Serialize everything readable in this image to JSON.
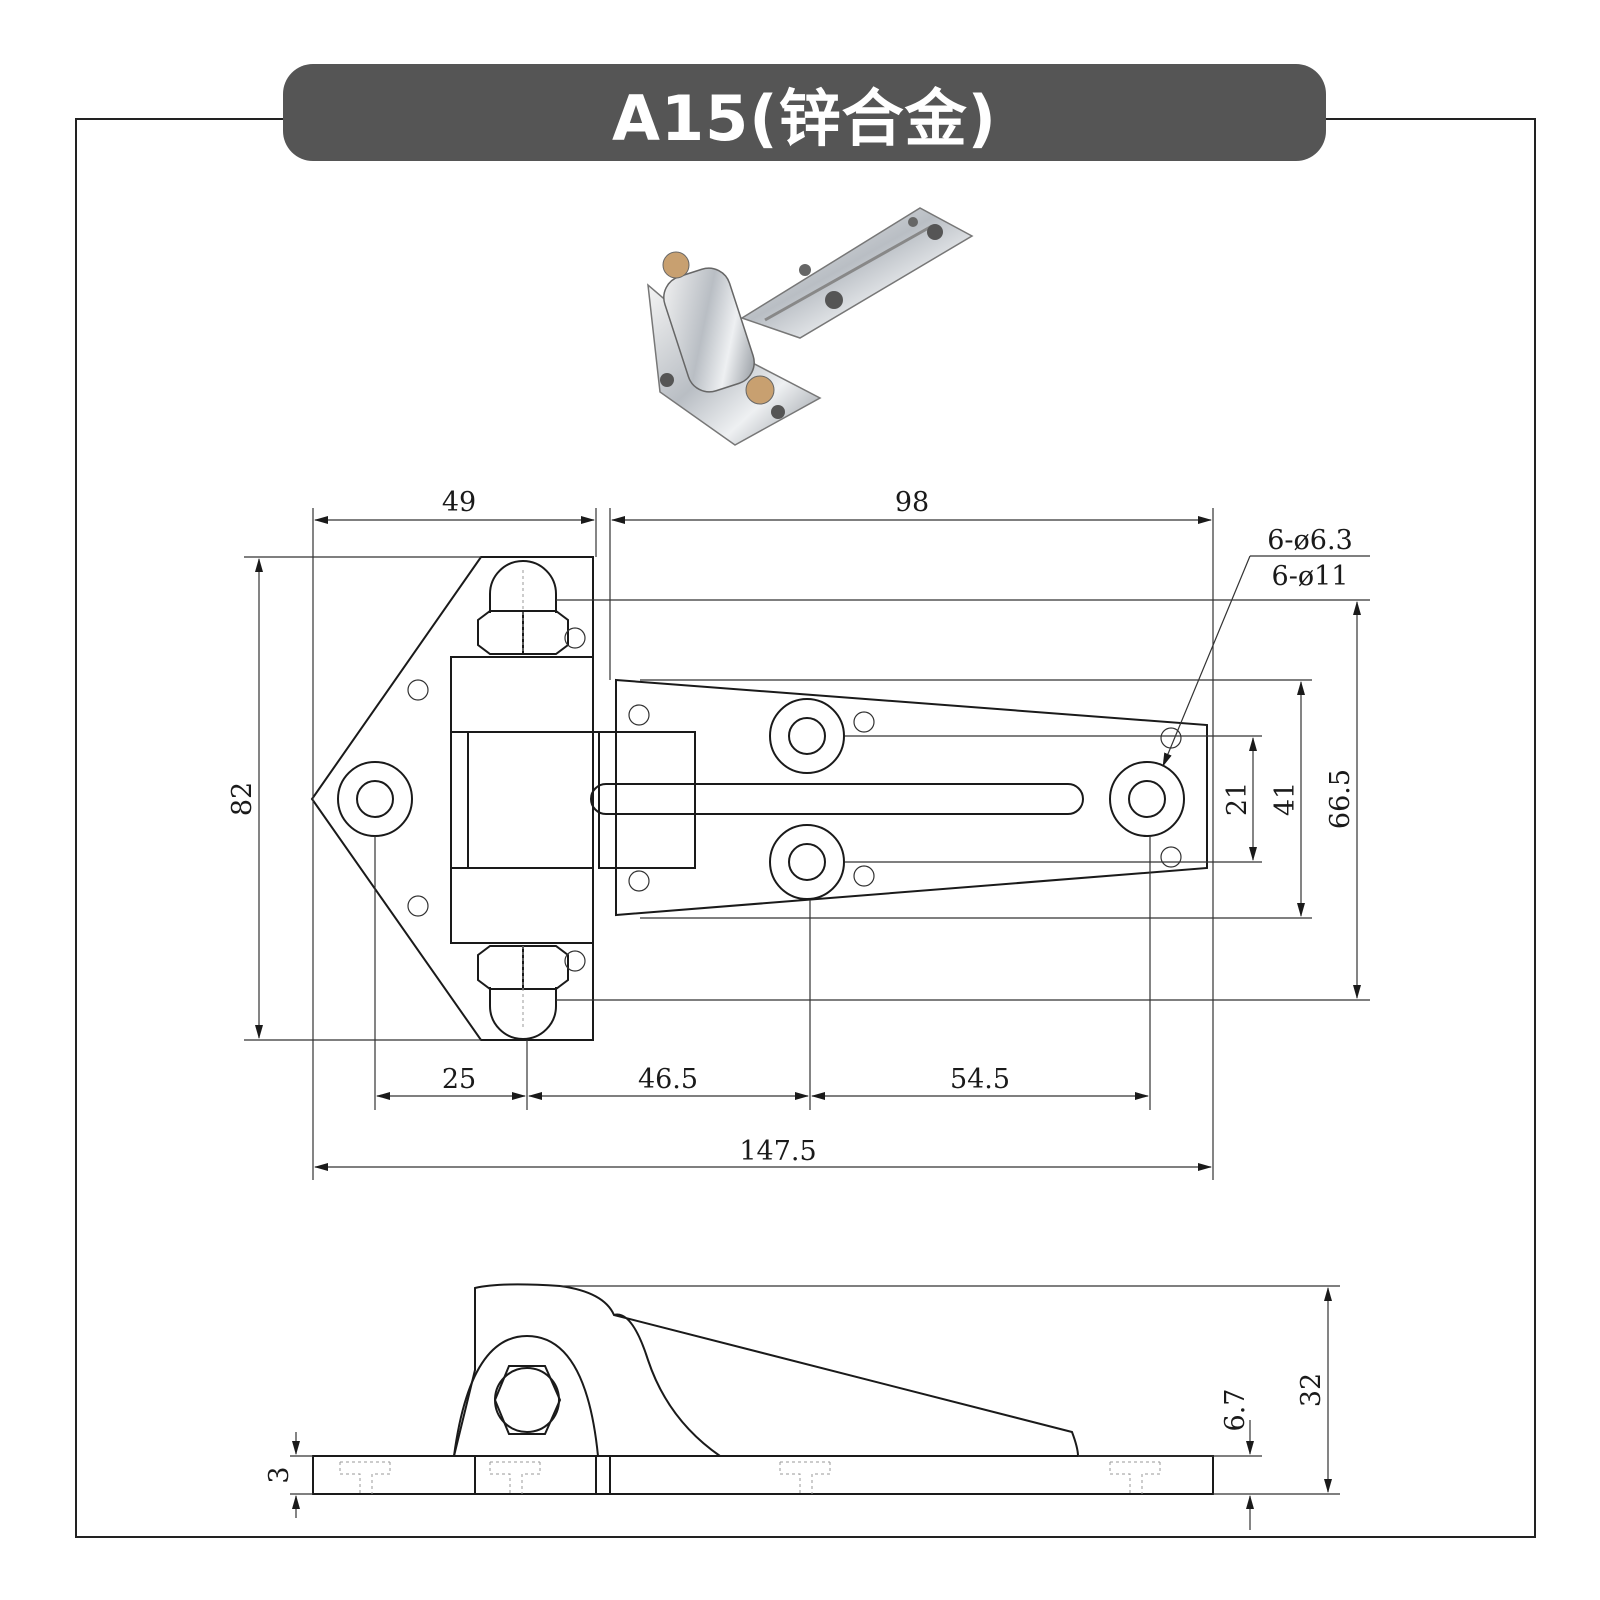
{
  "title": "A15(锌合金)",
  "colors": {
    "title_bar": "#555555",
    "title_text": "#ffffff",
    "line": "#1a1a1a"
  },
  "dimensions": {
    "top_left_width": "49",
    "top_right_width": "98",
    "hole_spec_1": "6-ø6.3",
    "hole_spec_2": "6-ø11",
    "total_height": "82",
    "inner_spacing": "21",
    "plate_width": "41",
    "outer_hole_span": "66.5",
    "dim_25": "25",
    "dim_46_5": "46.5",
    "dim_54_5": "54.5",
    "total_length": "147.5",
    "side_height": "32",
    "side_plate": "6.7",
    "base_thickness": "3"
  }
}
